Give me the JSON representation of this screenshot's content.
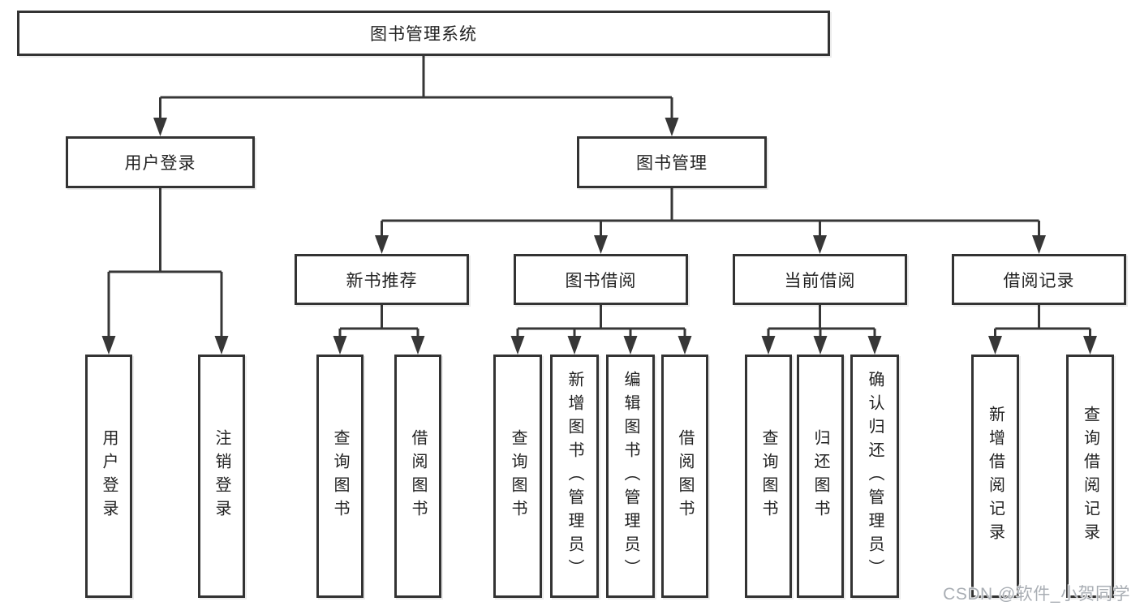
{
  "nodes": {
    "root": "图书管理系统",
    "user_login": "用户登录",
    "book_mgmt": "图书管理",
    "new_books": "新书推荐",
    "borrow": "图书借阅",
    "current": "当前借阅",
    "records": "借阅记录",
    "user_login_leaf": "用户登录",
    "logout_leaf": "注销登录",
    "nb_query": "查询图书",
    "nb_borrow": "借阅图书",
    "bw_query": "查询图书",
    "bw_add": "新增图书（管理员）",
    "bw_edit": "编辑图书（管理员）",
    "bw_borrow": "借阅图书",
    "cur_query": "查询图书",
    "cur_return": "归还图书",
    "cur_confirm": "确认归还（管理员）",
    "rec_add": "新增借阅记录",
    "rec_query": "查询借阅记录"
  },
  "edges": [
    {
      "from": "图书管理系统",
      "to": [
        "用户登录",
        "图书管理"
      ]
    },
    {
      "from": "用户登录",
      "to": [
        "用户登录",
        "注销登录"
      ]
    },
    {
      "from": "图书管理",
      "to": [
        "新书推荐",
        "图书借阅",
        "当前借阅",
        "借阅记录"
      ]
    },
    {
      "from": "新书推荐",
      "to": [
        "查询图书",
        "借阅图书"
      ]
    },
    {
      "from": "图书借阅",
      "to": [
        "查询图书",
        "新增图书（管理员）",
        "编辑图书（管理员）",
        "借阅图书"
      ]
    },
    {
      "from": "当前借阅",
      "to": [
        "查询图书",
        "归还图书",
        "确认归还（管理员）"
      ]
    },
    {
      "from": "借阅记录",
      "to": [
        "新增借阅记录",
        "查询借阅记录"
      ]
    }
  ],
  "watermark": "CSDN @软件_小贺同学",
  "colors": {
    "line": "#373737",
    "box_border": "#333333",
    "text": "#222222",
    "background": "#ffffff",
    "watermark": "#a9aeb4"
  }
}
